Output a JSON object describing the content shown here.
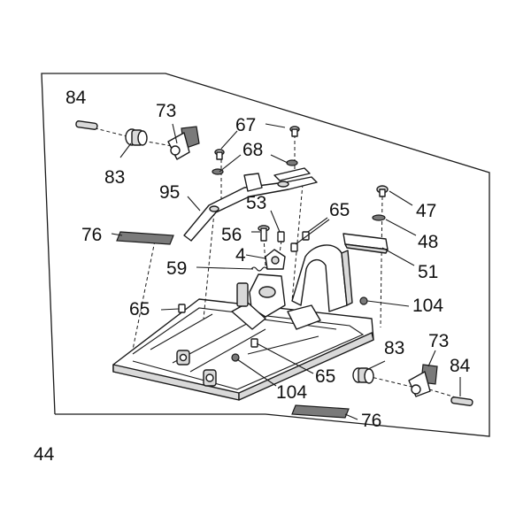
{
  "callouts": {
    "c84a": "84",
    "c73a": "73",
    "c83a": "83",
    "c67": "67",
    "c68": "68",
    "c95": "95",
    "c76a": "76",
    "c53": "53",
    "c65a": "65",
    "c56": "56",
    "c4": "4",
    "c59": "59",
    "c65b": "65",
    "c47": "47",
    "c48": "48",
    "c51": "51",
    "c104a": "104",
    "c83b": "83",
    "c73b": "73",
    "c84b": "84",
    "c65c": "65",
    "c104b": "104",
    "c76b": "76",
    "c44": "44"
  }
}
